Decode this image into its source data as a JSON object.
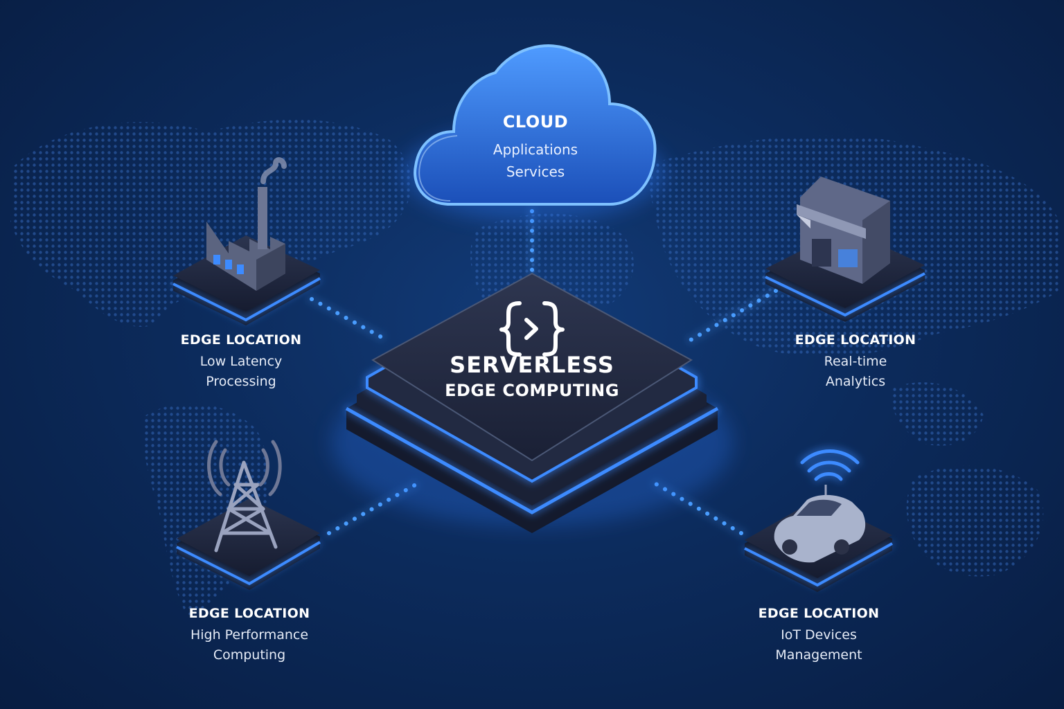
{
  "cloud": {
    "title": "CLOUD",
    "lines": [
      "Applications",
      "Services"
    ]
  },
  "hub": {
    "icon": "code-brackets-icon",
    "title": "SERVERLESS",
    "subtitle": "EDGE COMPUTING"
  },
  "edges": [
    {
      "id": "factory",
      "icon": "factory-icon",
      "title": "EDGE LOCATION",
      "lines": [
        "Low Latency",
        "Processing"
      ]
    },
    {
      "id": "store",
      "icon": "store-icon",
      "title": "EDGE LOCATION",
      "lines": [
        "Real-time",
        "Analytics"
      ]
    },
    {
      "id": "tower",
      "icon": "cell-tower-icon",
      "title": "EDGE LOCATION",
      "lines": [
        "High Performance",
        "Computing"
      ]
    },
    {
      "id": "car",
      "icon": "connected-car-icon",
      "title": "EDGE LOCATION",
      "lines": [
        "IoT Devices",
        "Management"
      ]
    }
  ],
  "colors": {
    "background": "#0c2b5c",
    "glow": "#3d8bff",
    "platform": "#1c2540",
    "map_dots": "#2a5aa8"
  }
}
